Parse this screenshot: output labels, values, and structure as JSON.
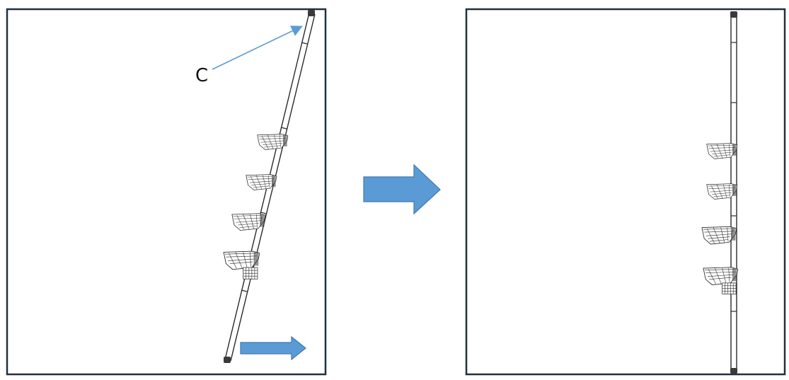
{
  "labels": {
    "callout": "C"
  },
  "colors": {
    "panel_border": "#203040",
    "arrow_fill": "#5b9bd5",
    "arrow_stroke": "#3f78ad",
    "pole": "#2b2b2b"
  },
  "diagram": {
    "panels": [
      {
        "name": "before",
        "pole_state": "tilted",
        "basket_count": 4
      },
      {
        "name": "after",
        "pole_state": "vertical",
        "basket_count": 4
      }
    ],
    "arrows": [
      {
        "name": "push-arrow",
        "direction": "right"
      },
      {
        "name": "transition-arrow",
        "direction": "right"
      },
      {
        "name": "callout-pointer",
        "points_to": "pole-top"
      }
    ]
  }
}
